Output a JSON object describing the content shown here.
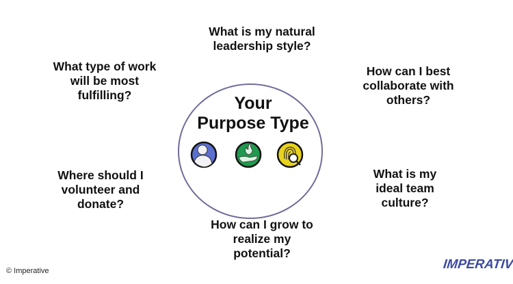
{
  "center": {
    "title": "Your\nPurpose Type"
  },
  "questions": {
    "top": "What is my natural\nleadership style?",
    "top_left": "What type of work\nwill be most\nfulfilling?",
    "top_right": "How can I best\ncollaborate with\nothers?",
    "left": "Where should I\nvolunteer and\ndonate?",
    "right": "What is my\nideal team\nculture?",
    "bottom": "How can I grow to\nrealize my\npotential?"
  },
  "icons": [
    "person-icon",
    "flame-hand-icon",
    "fingerprint-magnifier-icon"
  ],
  "colors": {
    "ring": "#6f6c9a",
    "blue": "#5a6fd0",
    "green": "#1f9a4e",
    "yellow": "#e8d21e",
    "brand": "#3d4aa3"
  },
  "footer": {
    "copyright": "© Imperative",
    "logo": "IMPERATIVE."
  }
}
